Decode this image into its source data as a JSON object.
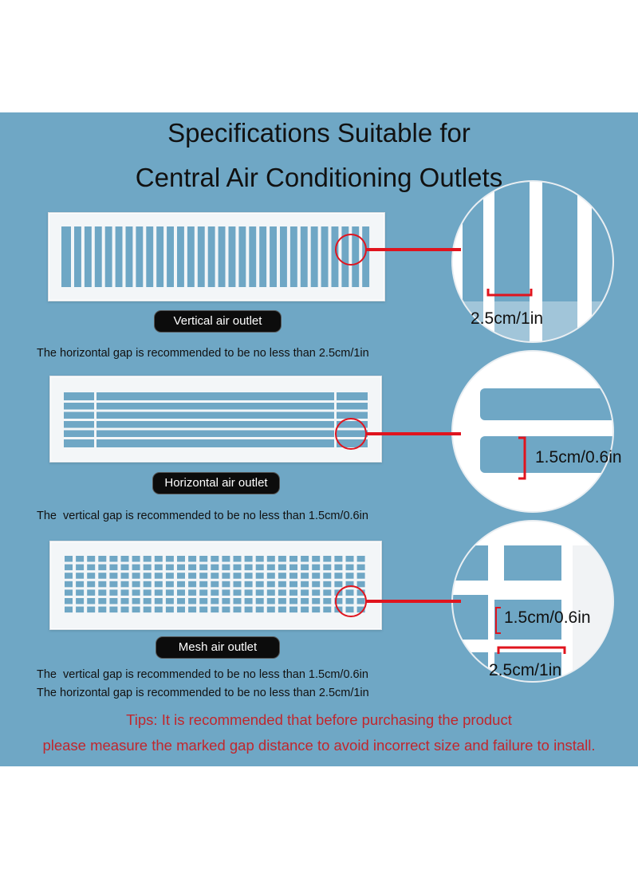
{
  "header": {
    "title_line1": "Specifications Suitable for",
    "title_line2": "Central Air Conditioning Outlets"
  },
  "outlets": [
    {
      "label": "Vertical air outlet",
      "notes": [
        "The horizontal gap is recommended to be no less than 2.5cm/1in"
      ],
      "zoom_measurements": [
        "2.5cm/1in"
      ]
    },
    {
      "label": "Horizontal air outlet",
      "notes": [
        "The  vertical gap is recommended to be no less than 1.5cm/0.6in"
      ],
      "zoom_measurements": [
        "1.5cm/0.6in"
      ]
    },
    {
      "label": "Mesh air outlet",
      "notes": [
        "The  vertical gap is recommended to be no less than 1.5cm/0.6in",
        "The horizontal gap is recommended to be no less than 2.5cm/1in"
      ],
      "zoom_measurements": [
        "1.5cm/0.6in",
        "2.5cm/1in"
      ]
    }
  ],
  "tips": {
    "line1": "Tips: It is recommended that before purchasing the product",
    "line2": "please measure the marked gap distance to avoid incorrect size and failure to install."
  },
  "colors": {
    "panel": "#6fa7c5",
    "marker_red": "#e0141e",
    "tip_red": "#c0272d",
    "label_bg": "#0c0c0c",
    "vent_frame": "#f3f6f8"
  }
}
